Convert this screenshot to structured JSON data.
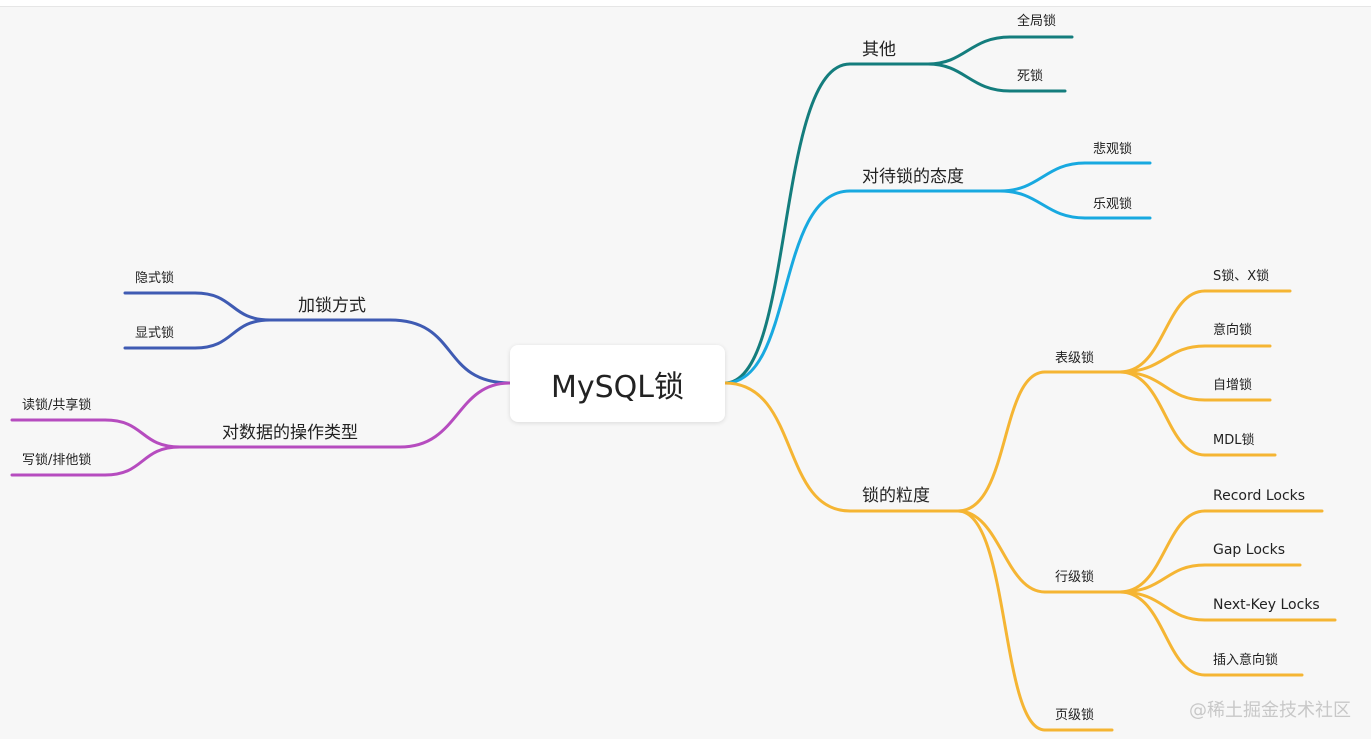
{
  "root": {
    "label": "MySQL锁"
  },
  "colors": {
    "other": "#147d7d",
    "attitude": "#18a9e0",
    "granularity": "#f5b533",
    "method": "#3f5bb3",
    "operation": "#b64cbf"
  },
  "branches": {
    "other": {
      "label": "其他",
      "children": [
        "全局锁",
        "死锁"
      ]
    },
    "attitude": {
      "label": "对待锁的态度",
      "children": [
        "悲观锁",
        "乐观锁"
      ]
    },
    "granularity": {
      "label": "锁的粒度",
      "table": {
        "label": "表级锁",
        "children": [
          "S锁、X锁",
          "意向锁",
          "自增锁",
          "MDL锁"
        ]
      },
      "row": {
        "label": "行级锁",
        "children": [
          "Record Locks",
          "Gap Locks",
          "Next-Key Locks",
          "插入意向锁"
        ]
      },
      "page": {
        "label": "页级锁"
      }
    },
    "method": {
      "label": "加锁方式",
      "children": [
        "隐式锁",
        "显式锁"
      ]
    },
    "operation": {
      "label": "对数据的操作类型",
      "children": [
        "读锁/共享锁",
        "写锁/排他锁"
      ]
    }
  },
  "watermark": "@稀土掘金技术社区"
}
